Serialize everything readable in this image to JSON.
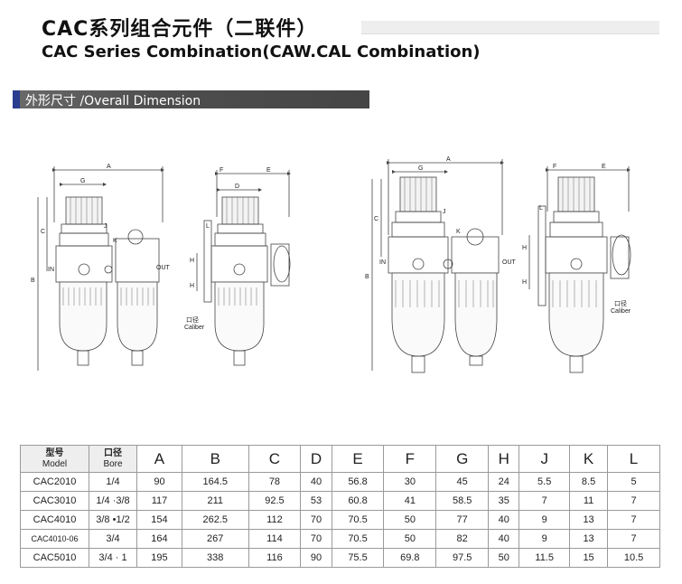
{
  "title_cn": "CAC系列组合元件（二联件）",
  "title_en": "CAC Series Combination(CAW.CAL Combination)",
  "section_label": "外形尺寸 /Overall Dimension",
  "drawing_labels": {
    "A": "A",
    "B": "B",
    "C": "C",
    "D": "D",
    "E": "E",
    "F": "F",
    "G": "G",
    "H": "H",
    "J": "J",
    "K": "K",
    "L": "L",
    "in": "IN",
    "out": "OUT",
    "caliber_cn": "口径",
    "caliber_en": "Caliber"
  },
  "table": {
    "header": {
      "model_cn": "型号",
      "model_en": "Model",
      "bore_cn": "口径",
      "bore_en": "Bore",
      "dims": [
        "A",
        "B",
        "C",
        "D",
        "E",
        "F",
        "G",
        "H",
        "J",
        "K",
        "L"
      ]
    },
    "rows": [
      {
        "model": "CAC2010",
        "bore": "1/4",
        "values": [
          "90",
          "164.5",
          "78",
          "40",
          "56.8",
          "30",
          "45",
          "24",
          "5.5",
          "8.5",
          "5"
        ]
      },
      {
        "model": "CAC3010",
        "bore": "1/4 ·3/8",
        "values": [
          "117",
          "211",
          "92.5",
          "53",
          "60.8",
          "41",
          "58.5",
          "35",
          "7",
          "11",
          "7"
        ]
      },
      {
        "model": "CAC4010",
        "bore": "3/8 •1/2",
        "values": [
          "154",
          "262.5",
          "112",
          "70",
          "70.5",
          "50",
          "77",
          "40",
          "9",
          "13",
          "7"
        ]
      },
      {
        "model": "CAC4010-06",
        "bore": "3/4",
        "values": [
          "164",
          "267",
          "114",
          "70",
          "70.5",
          "50",
          "82",
          "40",
          "9",
          "13",
          "7"
        ]
      },
      {
        "model": "CAC5010",
        "bore": "3/4 · 1",
        "values": [
          "195",
          "338",
          "116",
          "90",
          "75.5",
          "69.8",
          "97.5",
          "50",
          "11.5",
          "15",
          "10.5"
        ]
      }
    ]
  }
}
